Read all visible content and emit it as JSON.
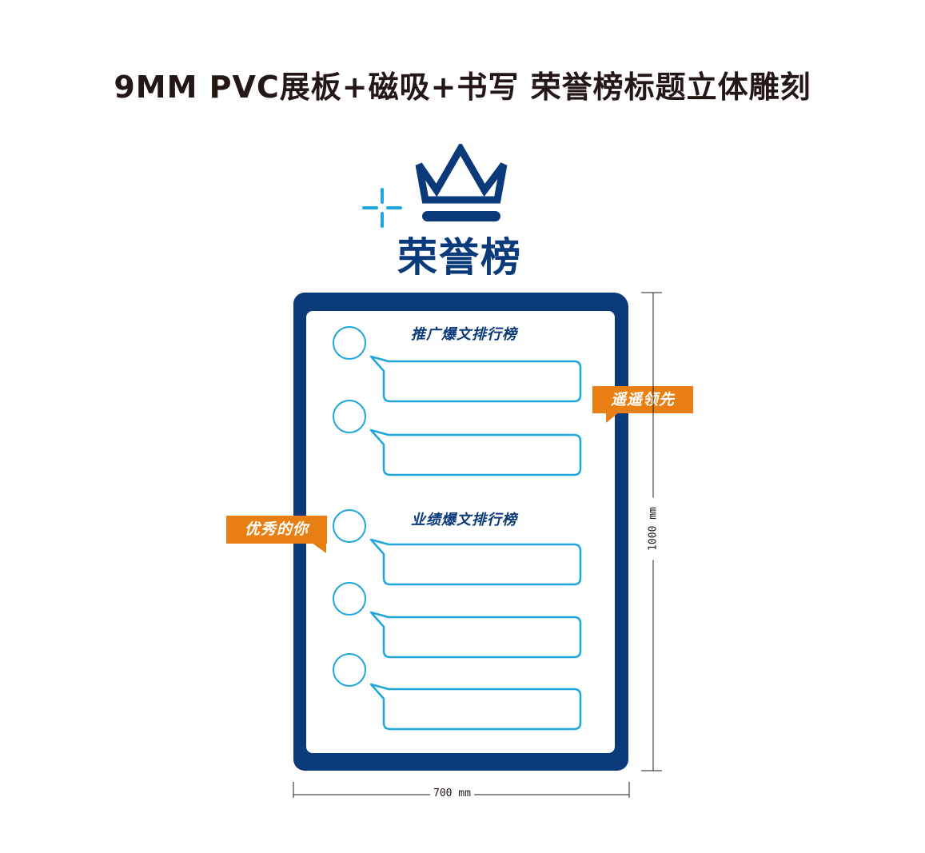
{
  "header": {
    "title": "9MM PVC展板+磁吸+书写  荣誉榜标题立体雕刻"
  },
  "board": {
    "title": "荣誉榜",
    "section_1_title": "推广爆文排行榜",
    "section_2_title": "业绩爆文排行榜"
  },
  "tags": {
    "right_tag": "遥遥领先",
    "left_tag": "优秀的你"
  },
  "dimensions": {
    "height_label": "1000 mm",
    "width_label": "700 mm"
  },
  "icons": {
    "crown": "crown-icon",
    "sparkle": "sparkle-cross-icon"
  },
  "colors": {
    "navy": "#0b3a7a",
    "cyan": "#1fa6dc",
    "orange": "#e97e12",
    "text": "#231815"
  }
}
